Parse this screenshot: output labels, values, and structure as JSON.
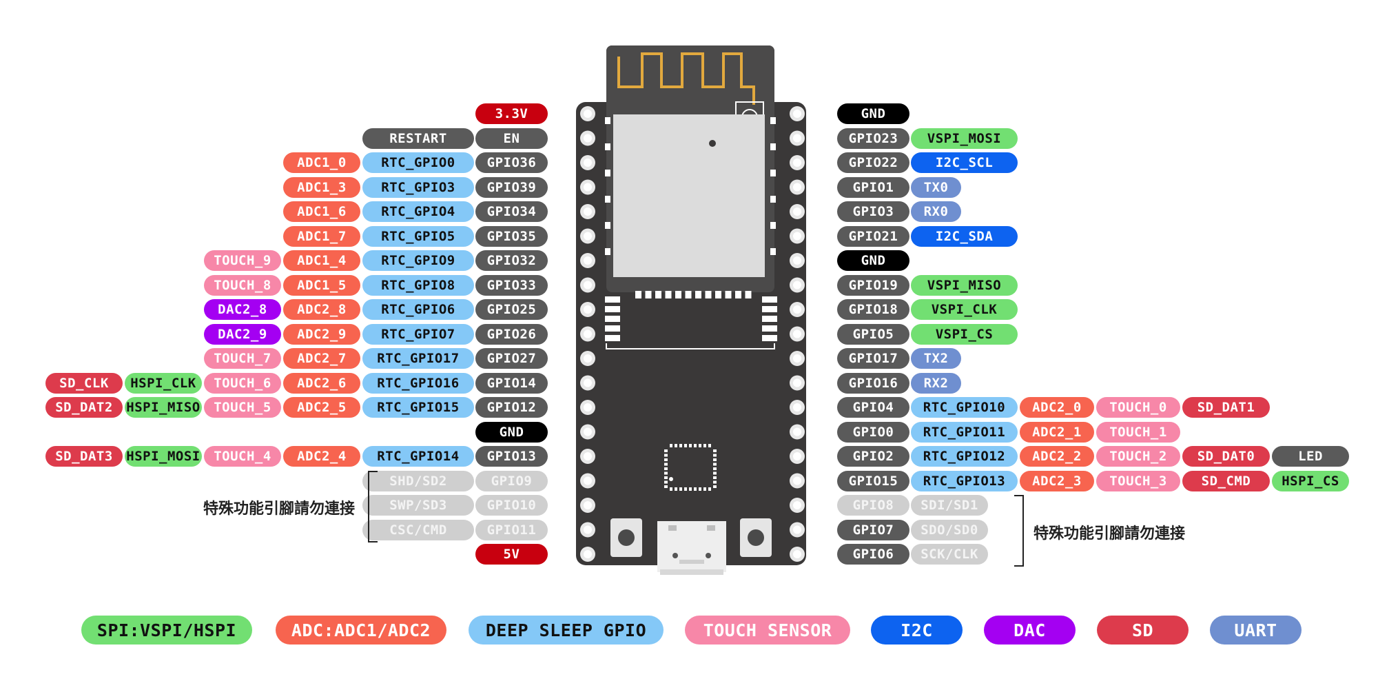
{
  "colors": {
    "power": "#c8000f",
    "ground": "#000000",
    "gpio": "#5a5a5a",
    "special": "#cfcfcf",
    "spi": "#72df72",
    "adc": "#f7644f",
    "rtc": "#84c8f7",
    "touch": "#f787a8",
    "i2c": "#0d63f0",
    "dac": "#a400f2",
    "sd": "#dd3b4c",
    "uart": "#6f8fd0",
    "board": "#3a3838"
  },
  "left_pins": [
    {
      "pin": "3.3V",
      "type": "power",
      "functions": []
    },
    {
      "pin": "EN",
      "type": "gpio",
      "functions": [
        {
          "label": "RESTART",
          "group": "gpio"
        }
      ]
    },
    {
      "pin": "GPIO36",
      "type": "gpio",
      "functions": [
        {
          "label": "RTC_GPIO0",
          "group": "rtc"
        },
        {
          "label": "ADC1_0",
          "group": "adc"
        }
      ]
    },
    {
      "pin": "GPIO39",
      "type": "gpio",
      "functions": [
        {
          "label": "RTC_GPIO3",
          "group": "rtc"
        },
        {
          "label": "ADC1_3",
          "group": "adc"
        }
      ]
    },
    {
      "pin": "GPIO34",
      "type": "gpio",
      "functions": [
        {
          "label": "RTC_GPIO4",
          "group": "rtc"
        },
        {
          "label": "ADC1_6",
          "group": "adc"
        }
      ]
    },
    {
      "pin": "GPIO35",
      "type": "gpio",
      "functions": [
        {
          "label": "RTC_GPIO5",
          "group": "rtc"
        },
        {
          "label": "ADC1_7",
          "group": "adc"
        }
      ]
    },
    {
      "pin": "GPIO32",
      "type": "gpio",
      "functions": [
        {
          "label": "RTC_GPIO9",
          "group": "rtc"
        },
        {
          "label": "ADC1_4",
          "group": "adc"
        },
        {
          "label": "TOUCH_9",
          "group": "touch"
        }
      ]
    },
    {
      "pin": "GPIO33",
      "type": "gpio",
      "functions": [
        {
          "label": "RTC_GPIO8",
          "group": "rtc"
        },
        {
          "label": "ADC1_5",
          "group": "adc"
        },
        {
          "label": "TOUCH_8",
          "group": "touch"
        }
      ]
    },
    {
      "pin": "GPIO25",
      "type": "gpio",
      "functions": [
        {
          "label": "RTC_GPIO6",
          "group": "rtc"
        },
        {
          "label": "ADC2_8",
          "group": "adc"
        },
        {
          "label": "DAC2_8",
          "group": "dac"
        }
      ]
    },
    {
      "pin": "GPIO26",
      "type": "gpio",
      "functions": [
        {
          "label": "RTC_GPIO7",
          "group": "rtc"
        },
        {
          "label": "ADC2_9",
          "group": "adc"
        },
        {
          "label": "DAC2_9",
          "group": "dac"
        }
      ]
    },
    {
      "pin": "GPIO27",
      "type": "gpio",
      "functions": [
        {
          "label": "RTC_GPIO17",
          "group": "rtc"
        },
        {
          "label": "ADC2_7",
          "group": "adc"
        },
        {
          "label": "TOUCH_7",
          "group": "touch"
        }
      ]
    },
    {
      "pin": "GPIO14",
      "type": "gpio",
      "functions": [
        {
          "label": "RTC_GPIO16",
          "group": "rtc"
        },
        {
          "label": "ADC2_6",
          "group": "adc"
        },
        {
          "label": "TOUCH_6",
          "group": "touch"
        },
        {
          "label": "HSPI_CLK",
          "group": "spi"
        },
        {
          "label": "SD_CLK",
          "group": "sd"
        }
      ]
    },
    {
      "pin": "GPIO12",
      "type": "gpio",
      "functions": [
        {
          "label": "RTC_GPIO15",
          "group": "rtc"
        },
        {
          "label": "ADC2_5",
          "group": "adc"
        },
        {
          "label": "TOUCH_5",
          "group": "touch"
        },
        {
          "label": "HSPI_MISO",
          "group": "spi"
        },
        {
          "label": "SD_DAT2",
          "group": "sd"
        }
      ]
    },
    {
      "pin": "GND",
      "type": "ground",
      "functions": []
    },
    {
      "pin": "GPIO13",
      "type": "gpio",
      "functions": [
        {
          "label": "RTC_GPIO14",
          "group": "rtc"
        },
        {
          "label": "ADC2_4",
          "group": "adc"
        },
        {
          "label": "TOUCH_4",
          "group": "touch"
        },
        {
          "label": "HSPI_MOSI",
          "group": "spi"
        },
        {
          "label": "SD_DAT3",
          "group": "sd"
        }
      ]
    },
    {
      "pin": "GPIO9",
      "type": "special",
      "functions": [
        {
          "label": "SHD/SD2",
          "group": "special"
        }
      ]
    },
    {
      "pin": "GPIO10",
      "type": "special",
      "functions": [
        {
          "label": "SWP/SD3",
          "group": "special"
        }
      ]
    },
    {
      "pin": "GPIO11",
      "type": "special",
      "functions": [
        {
          "label": "CSC/CMD",
          "group": "special"
        }
      ]
    },
    {
      "pin": "5V",
      "type": "power",
      "functions": []
    }
  ],
  "right_pins": [
    {
      "pin": "GND",
      "type": "ground",
      "functions": []
    },
    {
      "pin": "GPIO23",
      "type": "gpio",
      "functions": [
        {
          "label": "VSPI_MOSI",
          "group": "spi"
        }
      ]
    },
    {
      "pin": "GPIO22",
      "type": "gpio",
      "functions": [
        {
          "label": "I2C_SCL",
          "group": "i2c"
        }
      ]
    },
    {
      "pin": "GPIO1",
      "type": "gpio",
      "functions": [
        {
          "label": "TX0",
          "group": "uart"
        }
      ]
    },
    {
      "pin": "GPIO3",
      "type": "gpio",
      "functions": [
        {
          "label": "RX0",
          "group": "uart"
        }
      ]
    },
    {
      "pin": "GPIO21",
      "type": "gpio",
      "functions": [
        {
          "label": "I2C_SDA",
          "group": "i2c"
        }
      ]
    },
    {
      "pin": "GND",
      "type": "ground",
      "functions": []
    },
    {
      "pin": "GPIO19",
      "type": "gpio",
      "functions": [
        {
          "label": "VSPI_MISO",
          "group": "spi"
        }
      ]
    },
    {
      "pin": "GPIO18",
      "type": "gpio",
      "functions": [
        {
          "label": "VSPI_CLK",
          "group": "spi"
        }
      ]
    },
    {
      "pin": "GPIO5",
      "type": "gpio",
      "functions": [
        {
          "label": "VSPI_CS",
          "group": "spi"
        }
      ]
    },
    {
      "pin": "GPIO17",
      "type": "gpio",
      "functions": [
        {
          "label": "TX2",
          "group": "uart"
        }
      ]
    },
    {
      "pin": "GPIO16",
      "type": "gpio",
      "functions": [
        {
          "label": "RX2",
          "group": "uart"
        }
      ]
    },
    {
      "pin": "GPIO4",
      "type": "gpio",
      "functions": [
        {
          "label": "RTC_GPIO10",
          "group": "rtc"
        },
        {
          "label": "ADC2_0",
          "group": "adc"
        },
        {
          "label": "TOUCH_0",
          "group": "touch"
        },
        {
          "label": "SD_DAT1",
          "group": "sd"
        }
      ]
    },
    {
      "pin": "GPIO0",
      "type": "gpio",
      "functions": [
        {
          "label": "RTC_GPIO11",
          "group": "rtc"
        },
        {
          "label": "ADC2_1",
          "group": "adc"
        },
        {
          "label": "TOUCH_1",
          "group": "touch"
        }
      ]
    },
    {
      "pin": "GPIO2",
      "type": "gpio",
      "functions": [
        {
          "label": "RTC_GPIO12",
          "group": "rtc"
        },
        {
          "label": "ADC2_2",
          "group": "adc"
        },
        {
          "label": "TOUCH_2",
          "group": "touch"
        },
        {
          "label": "SD_DAT0",
          "group": "sd"
        },
        {
          "label": "LED",
          "group": "gpio"
        }
      ]
    },
    {
      "pin": "GPIO15",
      "type": "gpio",
      "functions": [
        {
          "label": "RTC_GPIO13",
          "group": "rtc"
        },
        {
          "label": "ADC2_3",
          "group": "adc"
        },
        {
          "label": "TOUCH_3",
          "group": "touch"
        },
        {
          "label": "SD_CMD",
          "group": "sd"
        },
        {
          "label": "HSPI_CS",
          "group": "spi"
        }
      ]
    },
    {
      "pin": "GPIO8",
      "type": "special",
      "functions": [
        {
          "label": "SDI/SD1",
          "group": "special"
        }
      ]
    },
    {
      "pin": "GPIO7",
      "type": "gpio",
      "functions": [
        {
          "label": "SDO/SD0",
          "group": "special"
        }
      ]
    },
    {
      "pin": "GPIO6",
      "type": "gpio",
      "functions": [
        {
          "label": "SCK/CLK",
          "group": "special"
        }
      ]
    }
  ],
  "notes": {
    "left": "特殊功能引腳請勿連接",
    "right": "特殊功能引腳請勿連接"
  },
  "legend": [
    {
      "label": "SPI:VSPI/HSPI",
      "group": "spi"
    },
    {
      "label": "ADC:ADC1/ADC2",
      "group": "adc"
    },
    {
      "label": "DEEP SLEEP GPIO",
      "group": "rtc"
    },
    {
      "label": "TOUCH SENSOR",
      "group": "touch"
    },
    {
      "label": "I2C",
      "group": "i2c"
    },
    {
      "label": "DAC",
      "group": "dac"
    },
    {
      "label": "SD",
      "group": "sd"
    },
    {
      "label": "UART",
      "group": "uart"
    }
  ]
}
